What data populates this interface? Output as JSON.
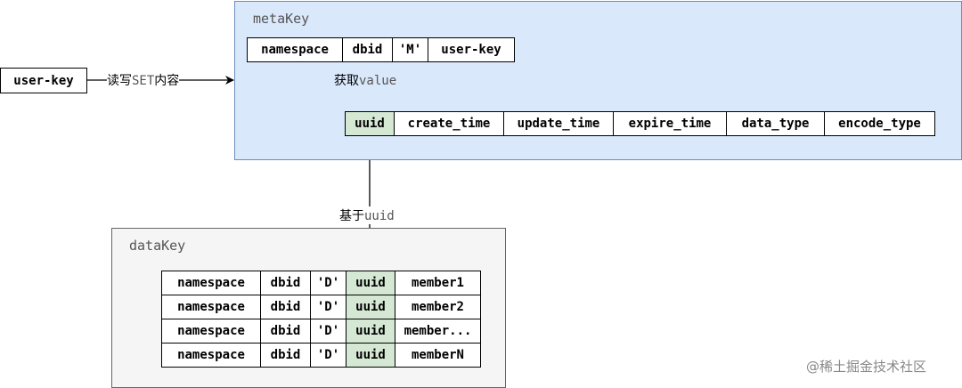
{
  "meta_group": {
    "label": "metaKey",
    "key_fields": [
      "namespace",
      "dbid",
      "'M'",
      "user-key"
    ],
    "value_fields": [
      "uuid",
      "create_time",
      "update_time",
      "expire_time",
      "data_type",
      "encode_type"
    ],
    "highlighted_value_field": "uuid"
  },
  "data_group": {
    "label": "dataKey",
    "rows": [
      [
        "namespace",
        "dbid",
        "'D'",
        "uuid",
        "member1"
      ],
      [
        "namespace",
        "dbid",
        "'D'",
        "uuid",
        "member2"
      ],
      [
        "namespace",
        "dbid",
        "'D'",
        "uuid",
        "member..."
      ],
      [
        "namespace",
        "dbid",
        "'D'",
        "uuid",
        "memberN"
      ]
    ]
  },
  "source_node": {
    "label": "user-key"
  },
  "edges": {
    "read_set": {
      "prefix": "读写",
      "mono": "SET",
      "suffix": "内容"
    },
    "get_value": {
      "prefix": "获取",
      "mono": "value"
    },
    "based_on_uuid": {
      "prefix": "基于",
      "mono": "uuid"
    }
  },
  "watermark": "@稀土掘金技术社区",
  "colors": {
    "meta_fill": "#dae8fc",
    "meta_stroke": "#6c8ebf",
    "data_fill": "#f5f5f5",
    "data_stroke": "#666666",
    "highlight_fill": "#d5e8d4"
  }
}
